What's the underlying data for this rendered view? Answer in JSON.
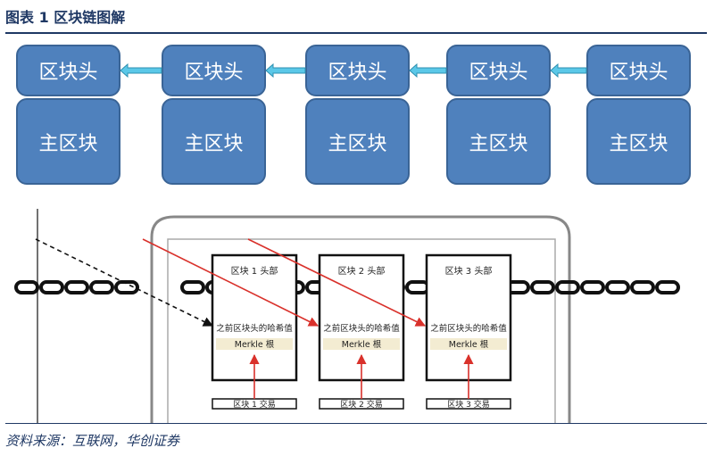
{
  "figure_title": "图表 1 区块链图解",
  "top_diagram": {
    "blocks": [
      {
        "header": "区块头",
        "body": "主区块"
      },
      {
        "header": "区块头",
        "body": "主区块"
      },
      {
        "header": "区块头",
        "body": "主区块"
      },
      {
        "header": "区块头",
        "body": "主区块"
      },
      {
        "header": "区块头",
        "body": "主区块"
      }
    ],
    "link_color": "#5bc8e8",
    "block_color": "#4f81bd"
  },
  "bottom_diagram": {
    "blocks": [
      {
        "header": "区块 1 头部",
        "prev_hash": "之前区块头的哈希值",
        "merkle": "Merkle 根",
        "transactions": "区块 1 交易"
      },
      {
        "header": "区块 2 头部",
        "prev_hash": "之前区块头的哈希值",
        "merkle": "Merkle 根",
        "transactions": "区块 2 交易"
      },
      {
        "header": "区块 3 头部",
        "prev_hash": "之前区块头的哈希值",
        "merkle": "Merkle 根",
        "transactions": "区块 3 交易"
      }
    ],
    "arrow_color": "#d9312b"
  },
  "source": "资料来源：互联网，华创证券"
}
